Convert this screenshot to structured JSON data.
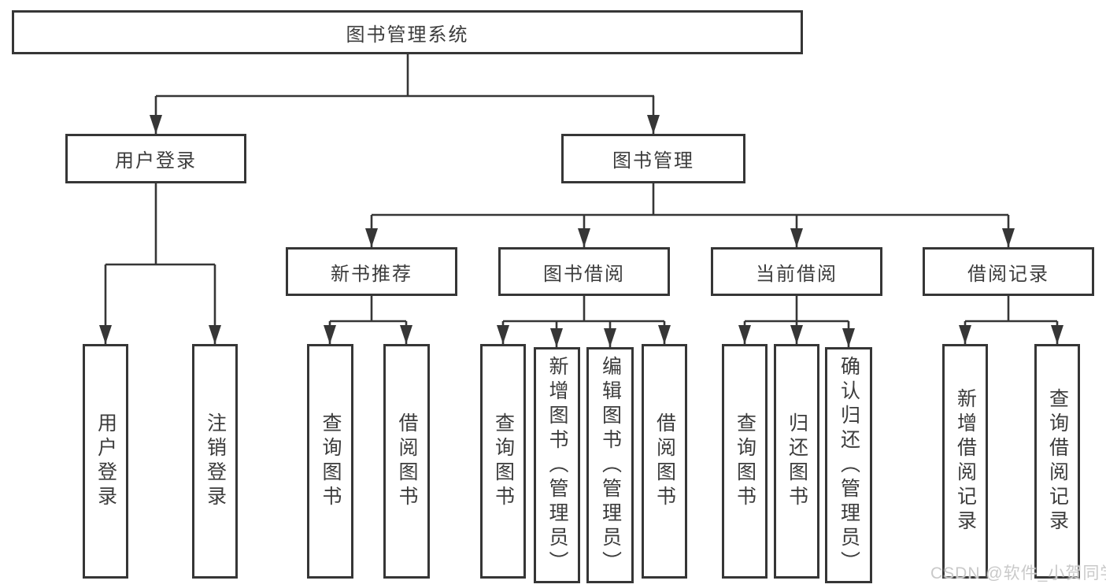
{
  "diagram": {
    "type": "org-tree",
    "root": {
      "label": "图书管理系统"
    },
    "branches": [
      {
        "label": "用户登录",
        "children": [
          "用户登录",
          "注销登录"
        ]
      },
      {
        "label": "图书管理",
        "children": [
          {
            "label": "新书推荐",
            "children": [
              "查询图书",
              "借阅图书"
            ]
          },
          {
            "label": "图书借阅",
            "children": [
              "查询图书",
              "新增图书（管理员）",
              "编辑图书（管理员）",
              "借阅图书"
            ]
          },
          {
            "label": "当前借阅",
            "children": [
              "查询图书",
              "归还图书",
              "确认归还（管理员）"
            ]
          },
          {
            "label": "借阅记录",
            "children": [
              "新增借阅记录",
              "查询借阅记录"
            ]
          }
        ]
      }
    ]
  },
  "watermark": {
    "text": "CSDN @软件_小贺同学",
    "color": "#c9c9c9"
  },
  "colors": {
    "line": "#363636",
    "box_border": "#363636",
    "box_fill": "#ffffff",
    "text": "#3c3c3c",
    "background": "#ffffff"
  }
}
